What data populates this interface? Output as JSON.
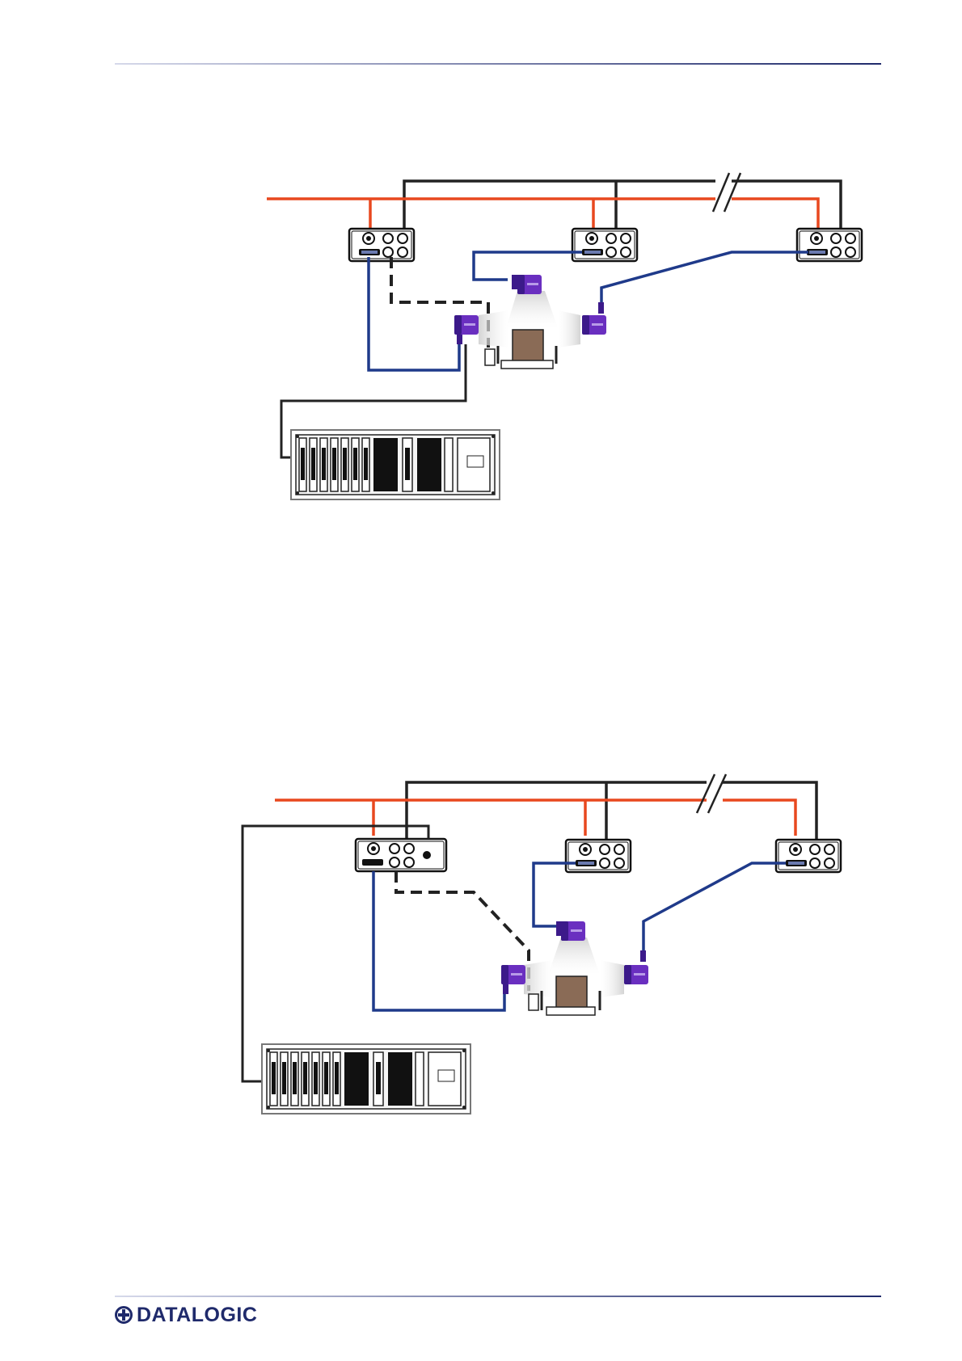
{
  "brand": {
    "logo_text": "DATALOGIC",
    "color": "#1f2a6b"
  },
  "colors": {
    "power_line": "#e8481f",
    "network_line": "#222222",
    "serial_line": "#1f3a8a",
    "scanner": "#6a2fc0",
    "scanner_dark": "#3c1a8a",
    "box": "#8a6b56",
    "rule": "#1f2a6b"
  },
  "diagrams": [
    {
      "name": "diagram-1",
      "description_icons": [
        "power-line",
        "ethernet-line",
        "serial-line",
        "dashed-line",
        "scanner-icon",
        "plc-rack-icon"
      ]
    },
    {
      "name": "diagram-2",
      "description_icons": [
        "power-line",
        "ethernet-line",
        "serial-line",
        "dashed-line",
        "scanner-icon",
        "plc-rack-icon"
      ]
    }
  ]
}
